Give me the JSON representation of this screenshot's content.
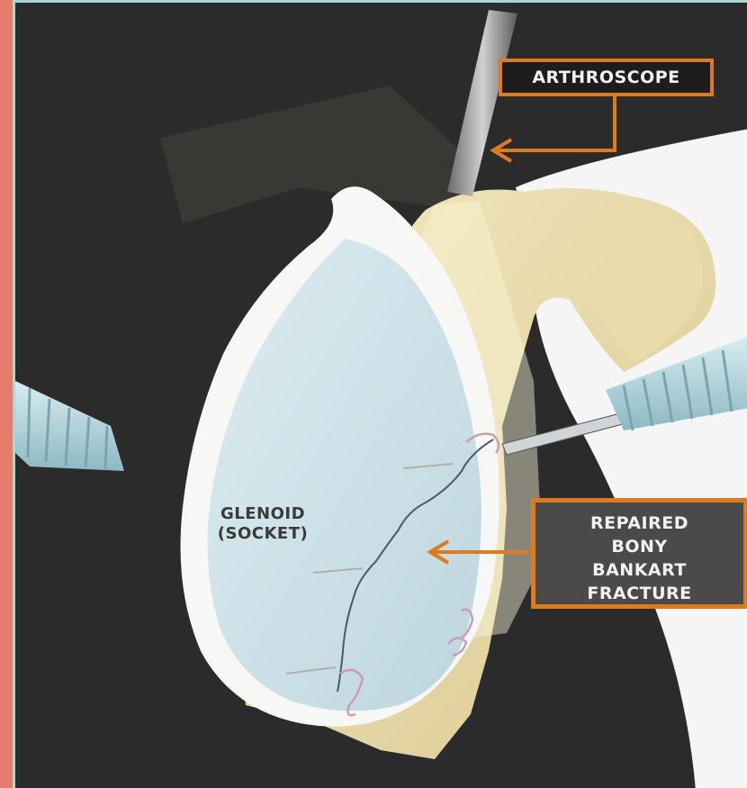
{
  "labels": {
    "arthroscope": "Arthroscope",
    "glenoid_line1": "Glenoid",
    "glenoid_line2": "(socket)",
    "bankart_line1": "Repaired",
    "bankart_line2": "Bony",
    "bankart_line3": "Bankart",
    "bankart_line4": "Fracture"
  },
  "colors": {
    "background": "#2b2b2c",
    "border": "#e57b6b",
    "accent": "#e07a1e",
    "bone": "#efe2b8",
    "cartilage": "#d4e6ec"
  }
}
